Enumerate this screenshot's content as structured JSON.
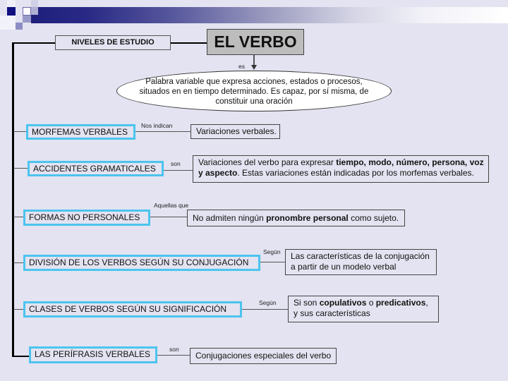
{
  "header": {
    "section_label": "NIVELES DE ESTUDIO",
    "title": "EL VERBO"
  },
  "definition": {
    "connector": "es",
    "text": "Palabra variable que expresa acciones, estados o procesos, situados en en tiempo determinado. Es capaz, por sí misma, de constituir una oración",
    "lines": [
      "Palabra variable que expresa acciones, estados o procesos,",
      "situados en en tiempo determinado. Es capaz, por sí misma, de",
      "constituir una oración"
    ]
  },
  "branches": [
    {
      "category": "MORFEMAS VERBALES",
      "connector": "Nos indican",
      "description": {
        "parts": [
          {
            "text": "Variaciones verbales.",
            "bold": false
          }
        ]
      }
    },
    {
      "category": "ACCIDENTES GRAMATICALES",
      "connector": "son",
      "description": {
        "line1_pre": "Variaciones del verbo para expresar ",
        "line1_bold": "tiempo, modo, número, persona, voz",
        "line2_bold": "y aspecto",
        "line2_post": ". Estas variaciones están indicadas por los morfemas verbales."
      }
    },
    {
      "category": "FORMAS NO PERSONALES",
      "connector": "Aquellas que",
      "description": {
        "pre": "No admiten ningún ",
        "bold": "pronombre personal",
        "post": " como sujeto."
      }
    },
    {
      "category": "DIVISIÓN DE LOS VERBOS SEGÚN SU CONJUGACIÓN",
      "connector": "Según",
      "description": {
        "line1": "Las características de la conjugación",
        "line2": "a partir de un modelo verbal"
      }
    },
    {
      "category": "CLASES DE VERBOS SEGÚN SU SIGNIFICACIÓN",
      "connector": "Según",
      "description": {
        "pre": "Si son ",
        "bold1": "copulativos",
        "mid": " o ",
        "bold2": "predicativos",
        "post": ",",
        "line2": "y sus características"
      }
    },
    {
      "category": "LAS PERÍFRASIS VERBALES",
      "connector": "son",
      "description": {
        "text": "Conjugaciones especiales del verbo"
      }
    }
  ],
  "colors": {
    "background": "#e3e3f1",
    "category_border": "#4cc4ee",
    "title_fill": "#bdbdbd",
    "header_band_start": "#1e1e7c",
    "header_band_end": "#ffffff"
  }
}
